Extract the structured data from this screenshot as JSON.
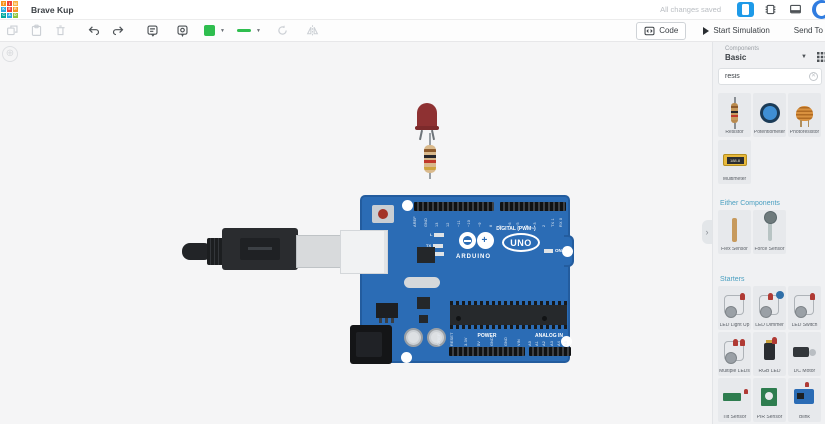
{
  "colors": {
    "accent_blue": "#1e9ae8",
    "board_blue": "#2b6cb5",
    "selection_green": "#2fbe4f",
    "section_header_teal": "#4a9fc0",
    "led_red": "#8e3132"
  },
  "topbar": {
    "logo_rows": [
      [
        "T",
        "I",
        "N"
      ],
      [
        "K",
        "E",
        "R"
      ],
      [
        "C",
        "A",
        "D"
      ]
    ],
    "title": "Brave Kup",
    "save_status": "All changes saved"
  },
  "toolbar": {
    "code": "Code",
    "start_simulation": "Start Simulation",
    "send_to": "Send To"
  },
  "sidebar": {
    "components_label": "Components",
    "category": "Basic",
    "search_value": "resis",
    "results": [
      {
        "label": "Resistor"
      },
      {
        "label": "Potentiometer"
      },
      {
        "label": "Photoresistor"
      },
      {
        "label": "Multimeter"
      }
    ],
    "sections": [
      {
        "title": "Either Components",
        "items": [
          {
            "label": "Flex Sensor"
          },
          {
            "label": "Force Sensor"
          }
        ]
      },
      {
        "title": "Starters",
        "items": [
          {
            "label": "LED Light Up"
          },
          {
            "label": "LED Dimmer"
          },
          {
            "label": "LED Switch"
          },
          {
            "label": "Multiple LEDs"
          },
          {
            "label": "RGB LED"
          },
          {
            "label": "DC Motor"
          },
          {
            "label": "Tilt Sensor"
          },
          {
            "label": "PIR Sensor"
          },
          {
            "label": "Blink"
          }
        ]
      }
    ]
  },
  "board": {
    "brand": "ARDUINO",
    "model": "UNO",
    "on_label": "ON",
    "digital_label": "DIGITAL (PWM~)",
    "power_label": "POWER",
    "analog_label": "ANALOG IN",
    "status_leds": [
      "L",
      "TX",
      "RX"
    ],
    "top_pins_left": [
      "AREF",
      "GND",
      "13",
      "12",
      "~11",
      "~10",
      "~9",
      "8"
    ],
    "top_pins_right": [
      "7",
      "~6",
      "~5",
      "4",
      "~3",
      "2",
      "TX 1",
      "RX 0"
    ],
    "power_pins": [
      "IOREF",
      "RESET",
      "3.3V",
      "5V",
      "GND",
      "GND",
      "VIN"
    ],
    "analog_pins": [
      "A0",
      "A1",
      "A2",
      "A3",
      "A4",
      "A5"
    ]
  }
}
